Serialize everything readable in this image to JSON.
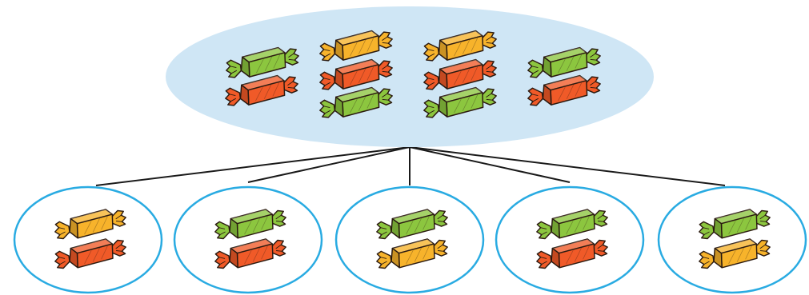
{
  "colors": {
    "background": "#ffffff",
    "top_group_fill": "#cfe6f5",
    "small_group_stroke": "#29abe2",
    "connector_line": "#1a1a1a",
    "candy_outline": "#2b1a10",
    "green": "#8cc63f",
    "orange": "#f05a28",
    "yellow": "#f7b32b"
  },
  "top_group": {
    "candies": [
      "green",
      "orange",
      "yellow",
      "orange",
      "green",
      "yellow",
      "orange",
      "green",
      "green",
      "orange"
    ]
  },
  "small_groups": [
    {
      "candies": [
        "yellow",
        "orange"
      ]
    },
    {
      "candies": [
        "green",
        "orange"
      ]
    },
    {
      "candies": [
        "green",
        "yellow"
      ]
    },
    {
      "candies": [
        "green",
        "orange"
      ]
    },
    {
      "candies": [
        "green",
        "yellow"
      ]
    }
  ]
}
